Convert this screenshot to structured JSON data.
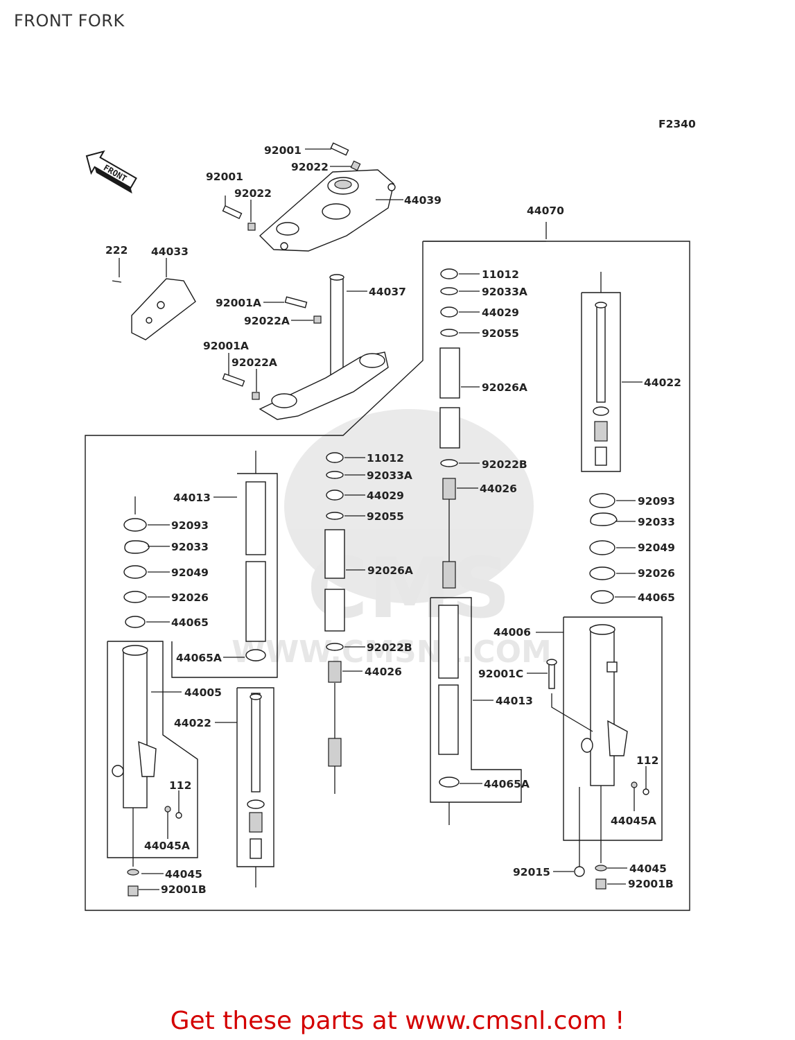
{
  "page": {
    "title": "FRONT FORK",
    "cta": "Get these parts at www.cmsnl.com !"
  },
  "diagram": {
    "ref": "F2340",
    "front_badge": "FRONT",
    "watermark": {
      "main": "CMS",
      "url": "WWW.CMSNL.COM"
    },
    "labels": {
      "l_92001_top": "92001",
      "l_92022_top": "92022",
      "l_44039": "44039",
      "l_92001_mid": "92001",
      "l_92022_mid": "92022",
      "l_44070": "44070",
      "l_222": "222",
      "l_44033": "44033",
      "l_11012_r": "11012",
      "l_92033A_r": "92033A",
      "l_44029_r": "44029",
      "l_92055_r": "92055",
      "l_44037": "44037",
      "l_92001A_1": "92001A",
      "l_92022A_1": "92022A",
      "l_92001A_2": "92001A",
      "l_92022A_2": "92022A",
      "l_92026A_r": "92026A",
      "l_44022_r": "44022",
      "l_11012_c": "11012",
      "l_92033A_c": "92033A",
      "l_92022B_r": "92022B",
      "l_44029_c": "44029",
      "l_44026_r": "44026",
      "l_44013_l": "44013",
      "l_92093_r": "92093",
      "l_92055_c": "92055",
      "l_92093_l": "92093",
      "l_92033_r": "92033",
      "l_92033_l": "92033",
      "l_92049_r": "92049",
      "l_92026A_c": "92026A",
      "l_92049_l": "92049",
      "l_92026_r": "92026",
      "l_44065_r": "44065",
      "l_92026_l": "92026",
      "l_44065_l": "44065",
      "l_44006": "44006",
      "l_44065A_l": "44065A",
      "l_92022B_c": "92022B",
      "l_44026_c": "44026",
      "l_92001C": "92001C",
      "l_44005": "44005",
      "l_44013_r": "44013",
      "l_44022_l": "44022",
      "l_112_r": "112",
      "l_44065A_r": "44065A",
      "l_112_l": "112",
      "l_44045A_r": "44045A",
      "l_44045A_l": "44045A",
      "l_92015": "92015",
      "l_44045_r": "44045",
      "l_44045_l": "44045",
      "l_92001B_r": "92001B",
      "l_92001B_l": "92001B"
    }
  }
}
